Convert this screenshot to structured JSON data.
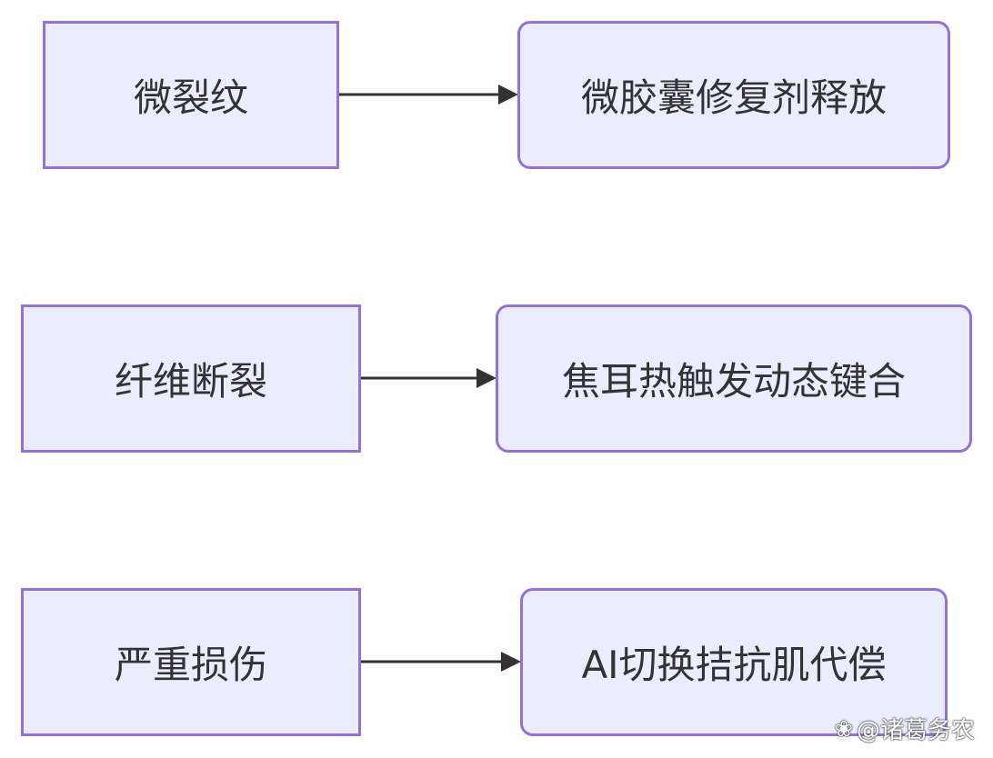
{
  "diagram": {
    "nodes": [
      {
        "id": "n1",
        "label": "微裂纹"
      },
      {
        "id": "n2",
        "label": "微胶囊修复剂释放"
      },
      {
        "id": "n3",
        "label": "纤维断裂"
      },
      {
        "id": "n4",
        "label": "焦耳热触发动态键合"
      },
      {
        "id": "n5",
        "label": "严重损伤"
      },
      {
        "id": "n6",
        "label": "AI切换拮抗肌代偿"
      }
    ],
    "edges": [
      {
        "from": "n1",
        "to": "n2"
      },
      {
        "from": "n3",
        "to": "n4"
      },
      {
        "from": "n5",
        "to": "n6"
      }
    ],
    "colors": {
      "node_fill": "#ececff",
      "node_border": "#9370db",
      "text": "#333333",
      "arrow": "#333333"
    }
  },
  "watermark": {
    "icon": "paw-icon",
    "text": "@诸葛务农"
  }
}
